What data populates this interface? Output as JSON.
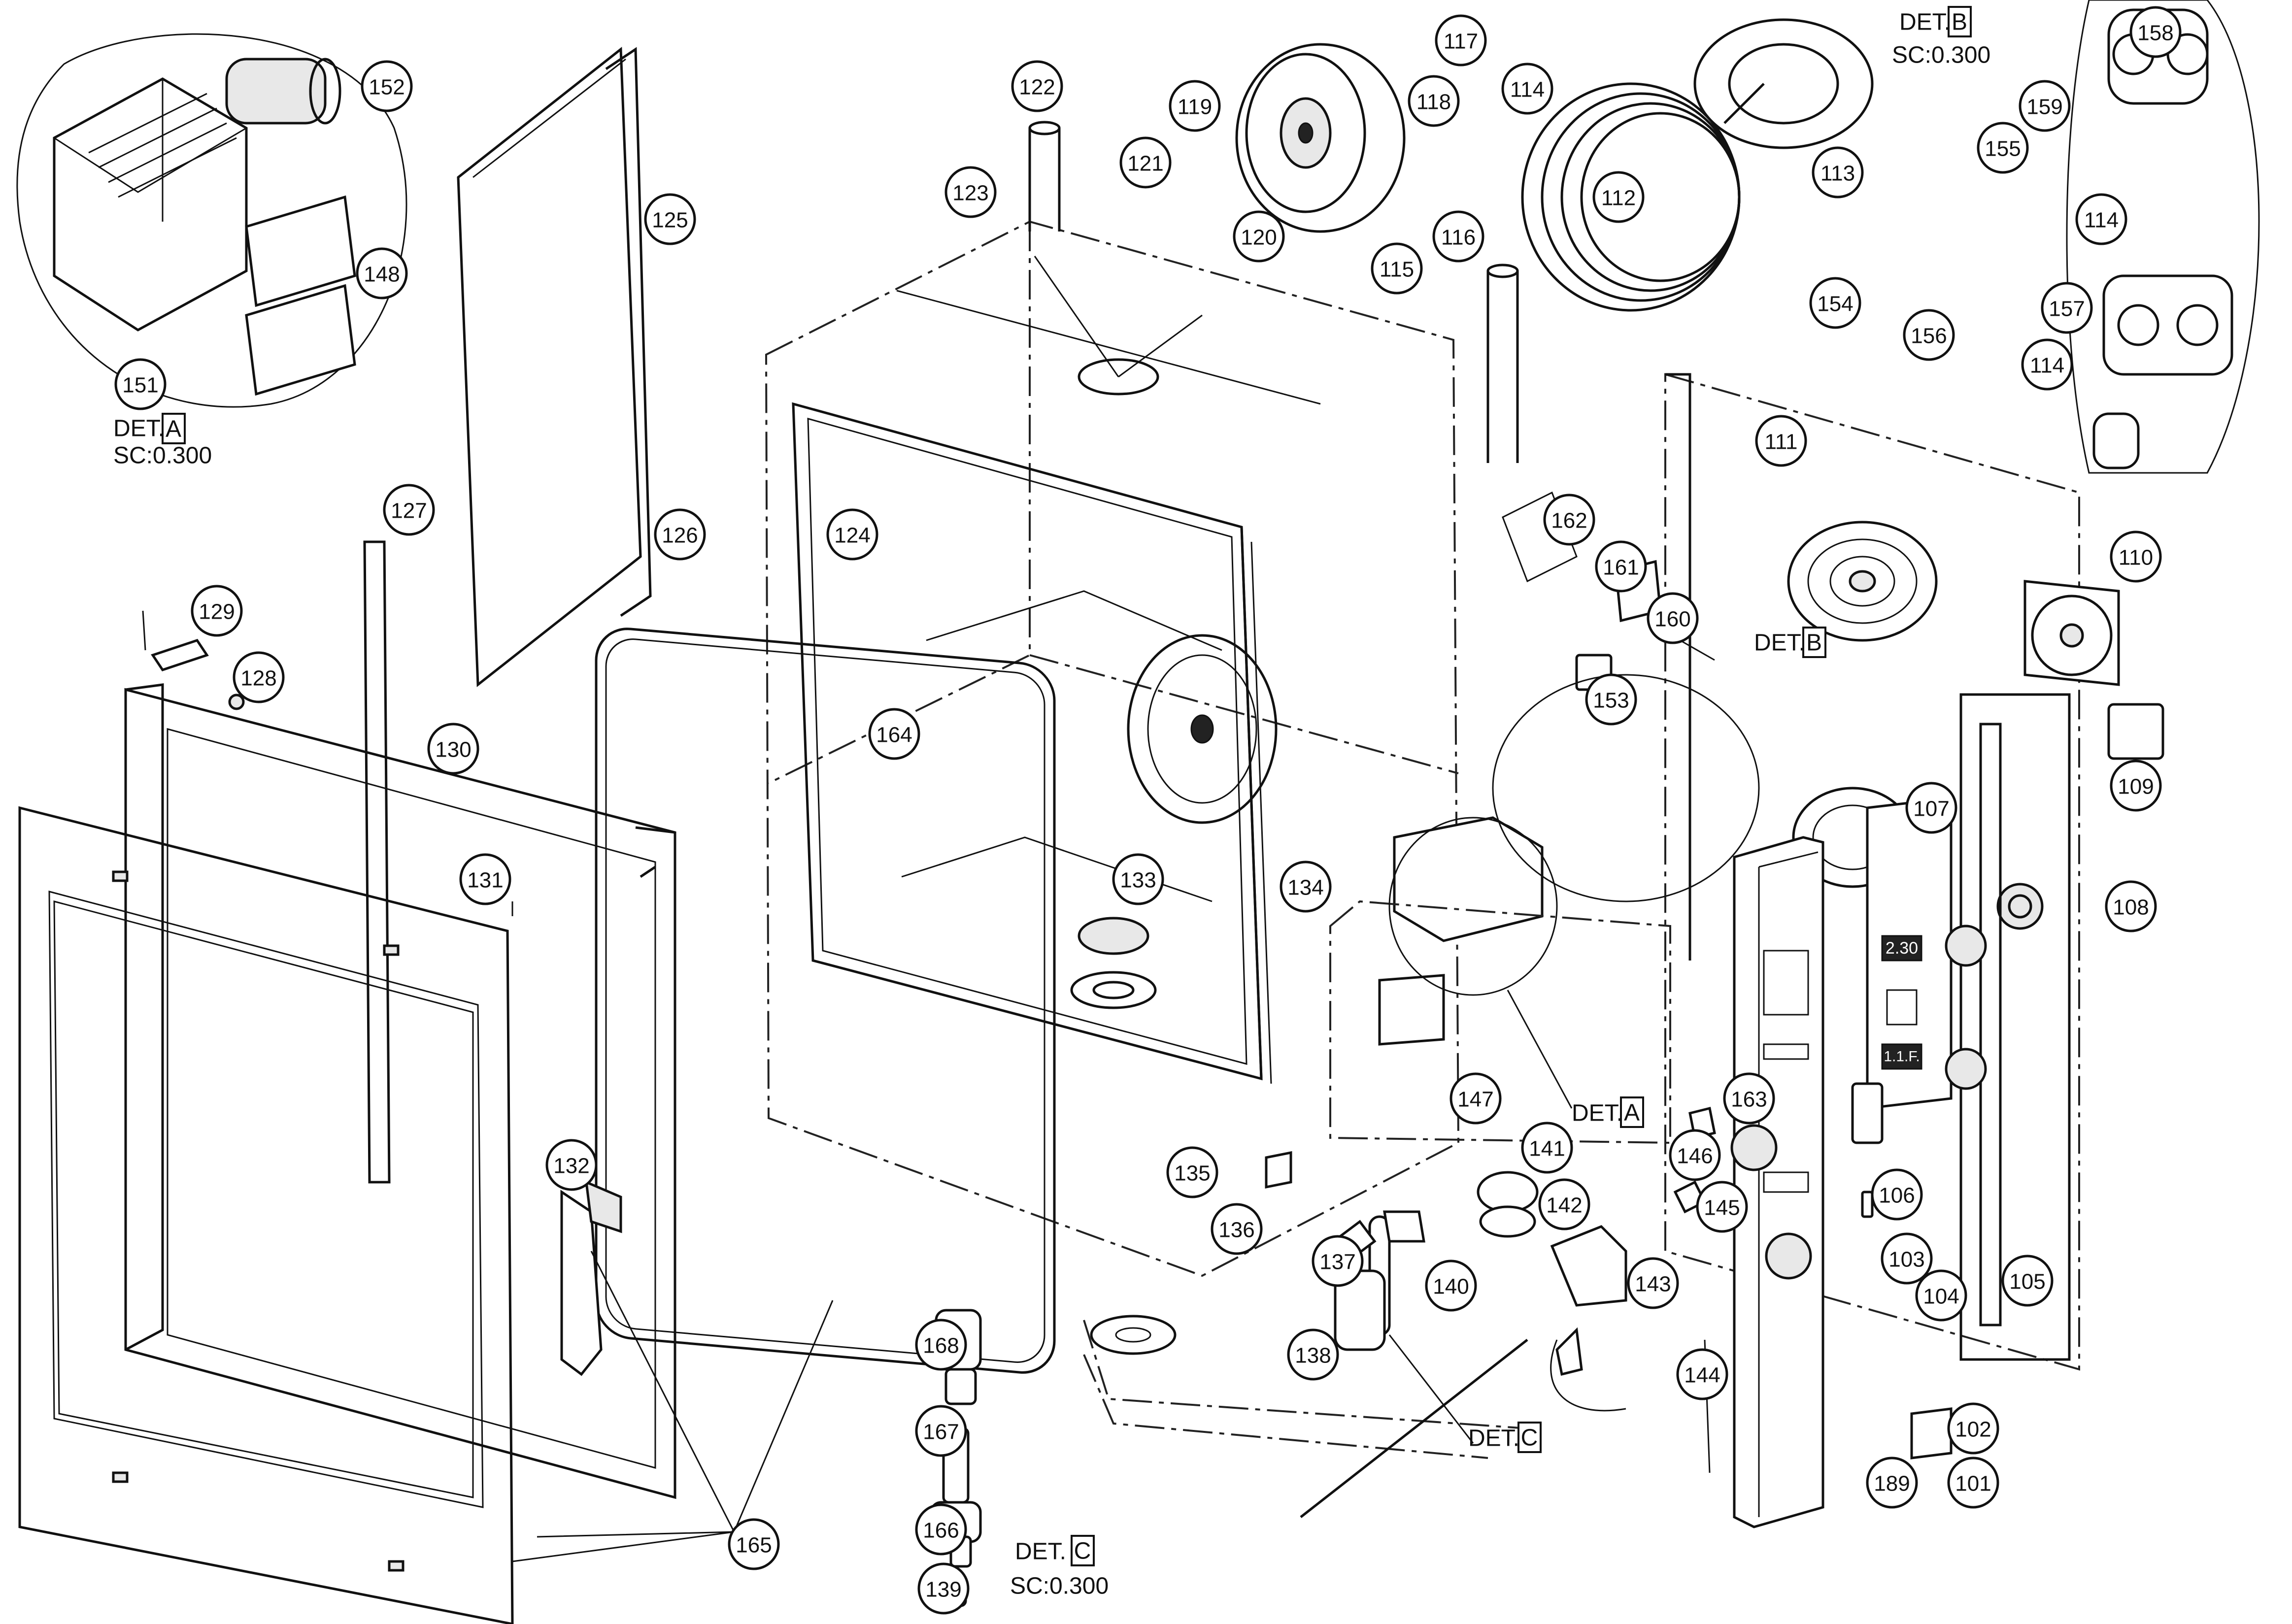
{
  "callouts": [
    "101",
    "102",
    "103",
    "104",
    "105",
    "106",
    "107",
    "108",
    "109",
    "110",
    "111",
    "112",
    "113",
    "114",
    "114",
    "114",
    "115",
    "116",
    "117",
    "118",
    "119",
    "120",
    "121",
    "122",
    "123",
    "124",
    "125",
    "126",
    "127",
    "128",
    "129",
    "130",
    "131",
    "132",
    "133",
    "134",
    "135",
    "136",
    "137",
    "138",
    "139",
    "140",
    "141",
    "142",
    "143",
    "144",
    "145",
    "146",
    "147",
    "148",
    "151",
    "152",
    "153",
    "154",
    "155",
    "156",
    "157",
    "158",
    "159",
    "160",
    "161",
    "162",
    "163",
    "164",
    "165",
    "166",
    "167",
    "168",
    "189"
  ],
  "details": {
    "a": {
      "prefix": "DET.",
      "letter": "A",
      "scale": "SC:0.300"
    },
    "b": {
      "prefix": "DET.",
      "letter": "B",
      "scale": "SC:0.300"
    },
    "c": {
      "prefix": "DET.",
      "letter": "C",
      "scale": "SC:0.300"
    }
  },
  "inline_refs": {
    "det_a": {
      "prefix": "DET.",
      "letter": "A"
    },
    "det_b": {
      "prefix": "DET.",
      "letter": "B"
    },
    "det_c": {
      "prefix": "DET.",
      "letter": "C"
    }
  },
  "displays": {
    "upper": "2.30",
    "lower": "1.1.F."
  }
}
